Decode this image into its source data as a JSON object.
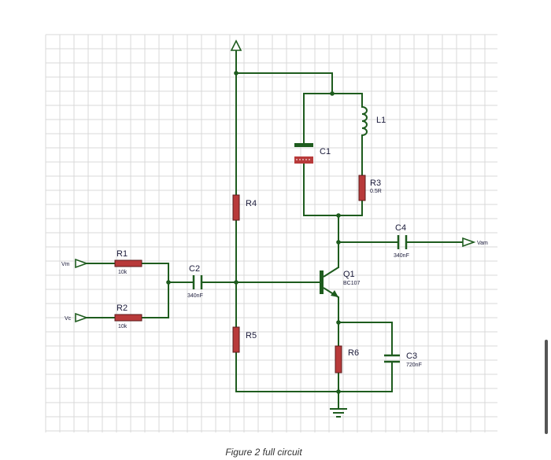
{
  "caption": "Figure 2 full circuit",
  "components": {
    "r1": {
      "ref": "R1",
      "value": "10k"
    },
    "r2": {
      "ref": "R2",
      "value": "10k"
    },
    "r3": {
      "ref": "R3",
      "value": "0.5R"
    },
    "r4": {
      "ref": "R4"
    },
    "r5": {
      "ref": "R5"
    },
    "r6": {
      "ref": "R6"
    },
    "c1": {
      "ref": "C1"
    },
    "c2": {
      "ref": "C2",
      "value": "340nF"
    },
    "c3": {
      "ref": "C3",
      "value": "720nF"
    },
    "c4": {
      "ref": "C4",
      "value": "340nF"
    },
    "l1": {
      "ref": "L1"
    },
    "q1": {
      "ref": "Q1",
      "value": "BC107"
    }
  },
  "terminals": {
    "vm": "Vm",
    "vc": "Vc",
    "vam": "Vam"
  },
  "colors": {
    "wire": "#1e5c1e",
    "resistor": "#b83a3a",
    "grid": "#d9d9d9"
  }
}
